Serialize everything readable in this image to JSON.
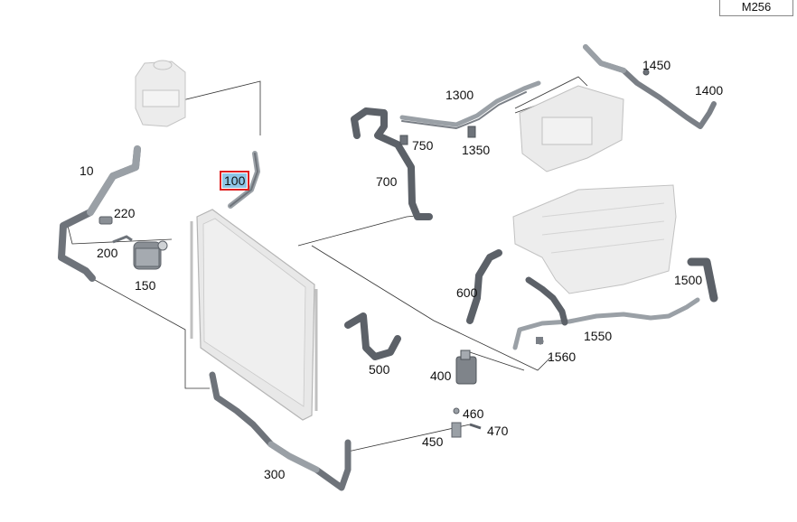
{
  "model_code": "M256",
  "callouts": {
    "p10": "10",
    "p100": "100",
    "p150": "150",
    "p200": "200",
    "p220": "220",
    "p300": "300",
    "p400": "400",
    "p450": "450",
    "p460": "460",
    "p470": "470",
    "p500": "500",
    "p600": "600",
    "p700": "700",
    "p750": "750",
    "p1300": "1300",
    "p1350": "1350",
    "p1400": "1400",
    "p1450": "1450",
    "p1500": "1500",
    "p1550": "1550",
    "p1560": "1560"
  },
  "highlighted_part": "100",
  "colors": {
    "hose": "#6e737a",
    "hose_light": "#9aa0a6",
    "part_fill": "#e6e6e6",
    "part_stroke": "#b8b8b8",
    "leader": "#333333",
    "highlight_fill": "#8ec6e6",
    "highlight_border": "#e02020"
  }
}
